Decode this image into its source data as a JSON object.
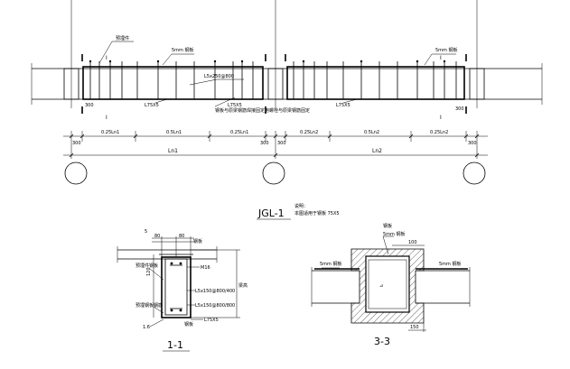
{
  "elevation": {
    "label_left_anchor": "预埋件",
    "label_mid_anchor": "5mm 钢板",
    "label_right_anchor": "5mm 钢板",
    "label_bar_spec": "L5x250@800",
    "label_angle_left": "L75X5",
    "label_angle_right": "L75X5",
    "label_section_note": "L75X5",
    "label_weld_note": "钢板与原梁钢筋焊接固定用螺栓与原梁钢筋固定",
    "label_left_end": "300",
    "label_right_end": "300",
    "tag_i_top_left": "I",
    "tag_i_top_right": "I",
    "tag_i_bot_left": "I",
    "tag_i_bot_right": "I",
    "dims_left": [
      "0.25Ln1",
      "0.5Ln1",
      "0.25Ln1"
    ],
    "dims_right": [
      "0.25Ln2",
      "0.5Ln2",
      "0.25Ln2"
    ],
    "dim_end_left": "300",
    "dim_mid_left": "300",
    "dim_mid_right": "300",
    "dim_end_right": "300",
    "span_left": "Ln1",
    "span_right": "Ln2"
  },
  "title_jgl": "JGL-1",
  "notes": {
    "line1": "说明：",
    "line2": "本图适用于钢板 75X5"
  },
  "section_1": {
    "title": "1-1",
    "dim_top_a": "5",
    "dim_top_b": "80",
    "dim_top_c": "80",
    "label_top_right": "钢板",
    "label_m16": "M16",
    "label_height": "120",
    "label_right_h": "梁高",
    "label_bar1": "L5x150@800/400",
    "label_bar2": "L5x150@800/800",
    "label_angle": "L75X5",
    "label_left_note": "预埋件钢板",
    "label_bottom_note": "预埋钢板钢筋",
    "label_bottom_dim": "1.6",
    "label_side": "钢板"
  },
  "section_3": {
    "title": "3-3",
    "label_top": "钢板",
    "label_inner": "5mm 钢板",
    "label_top_dim": "100",
    "label_left": "5mm 钢板",
    "label_right": "5mm 钢板",
    "label_bottom_dim": "150",
    "label_mark": "⊿"
  }
}
